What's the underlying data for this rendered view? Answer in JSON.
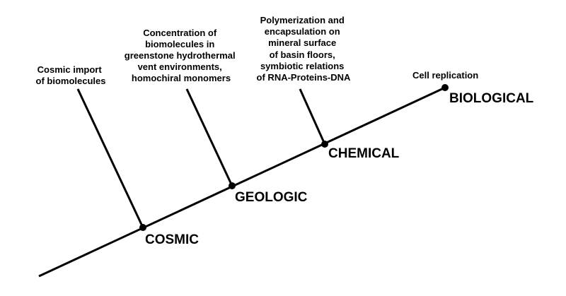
{
  "stages": {
    "cosmic": "COSMIC",
    "geologic": "GEOLOGIC",
    "chemical": "CHEMICAL",
    "biological": "BIOLOGICAL"
  },
  "annotations": {
    "cosmic": [
      "Cosmic import",
      "of biomolecules"
    ],
    "geologic": [
      "Concentration of",
      "biomolecules in",
      "greenstone hydrothermal",
      "vent environments,",
      "homochiral monomers"
    ],
    "chemical": [
      "Polymerization and",
      "encapsulation on",
      "mineral surface",
      "of basin floors,",
      "symbiotic relations",
      "of RNA-Proteins-DNA"
    ],
    "biological": [
      "Cell replication"
    ]
  }
}
